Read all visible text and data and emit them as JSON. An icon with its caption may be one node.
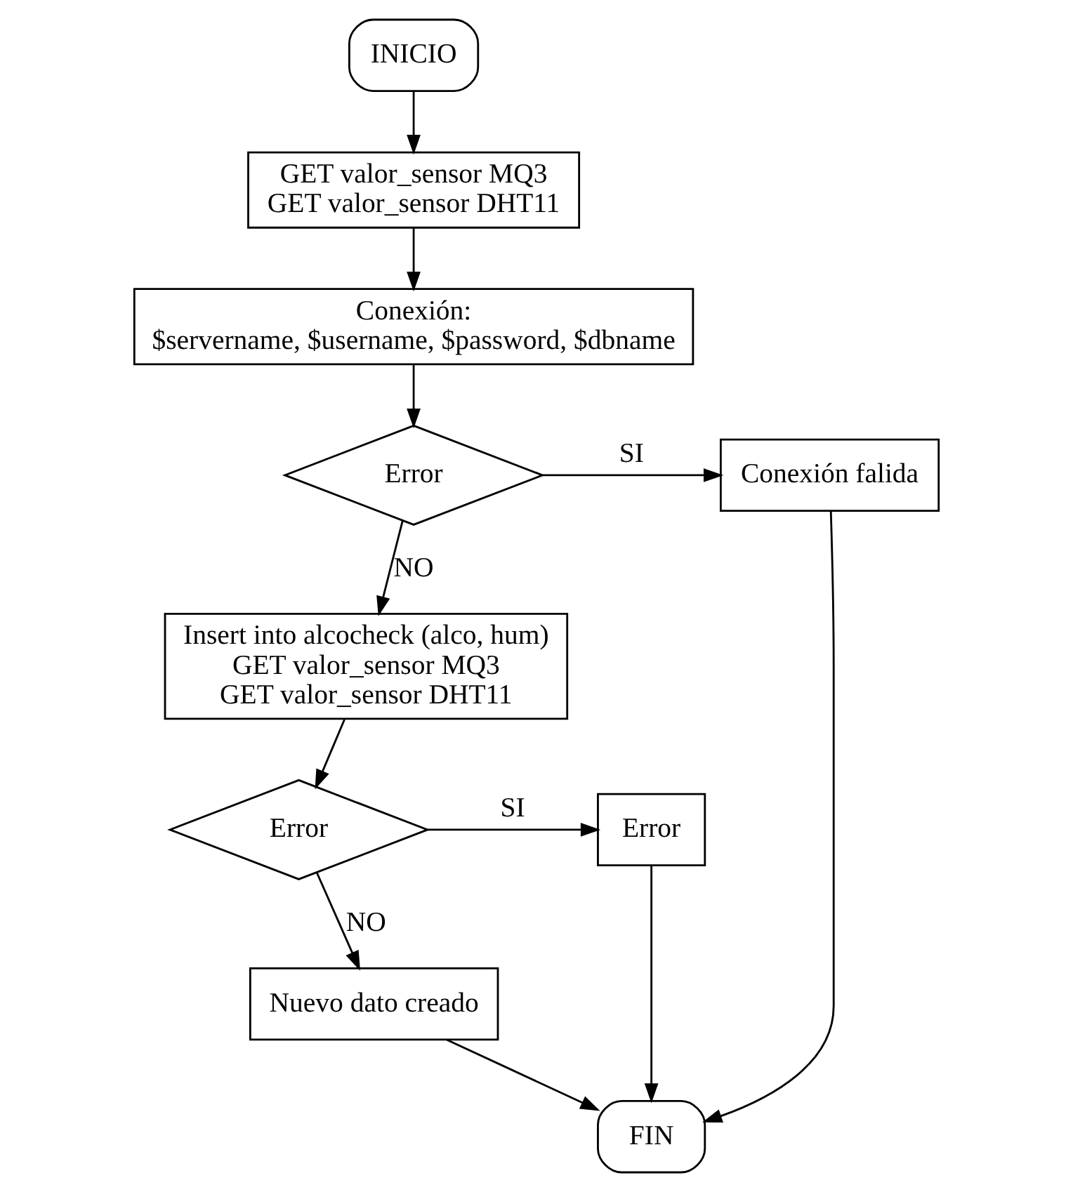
{
  "diagram": {
    "nodes": [
      {
        "text": [
          "INICIO"
        ]
      },
      {
        "text": [
          "GET valor_sensor MQ3",
          "GET valor_sensor DHT11"
        ]
      },
      {
        "text": [
          "Conexión:",
          "$servername, $username, $password, $dbname"
        ]
      },
      {
        "text": [
          "Error"
        ]
      },
      {
        "text": [
          "Conexión falida"
        ]
      },
      {
        "text": [
          "Insert into alcocheck (alco, hum)",
          "GET valor_sensor MQ3",
          "GET valor_sensor DHT11"
        ]
      },
      {
        "text": [
          "Error"
        ]
      },
      {
        "text": [
          "Error"
        ]
      },
      {
        "text": [
          "Nuevo dato creado"
        ]
      },
      {
        "text": [
          "FIN"
        ]
      }
    ],
    "edges": [
      {
        "from": 0,
        "to": 1,
        "arrow": "to"
      },
      {
        "from": 1,
        "to": 2,
        "arrow": "to"
      },
      {
        "from": 2,
        "to": 3,
        "arrow": "to"
      },
      {
        "from": 3,
        "to": 4,
        "arrow": "to",
        "label": "SI"
      },
      {
        "from": 3,
        "to": 5,
        "arrow": "to",
        "label": "NO"
      },
      {
        "from": 5,
        "to": 6,
        "arrow": "to"
      },
      {
        "from": 6,
        "to": 7,
        "arrow": "to",
        "label": "SI"
      },
      {
        "from": 6,
        "to": 8,
        "arrow": "to",
        "label": "NO"
      },
      {
        "from": 8,
        "to": 9,
        "arrow": "to"
      },
      {
        "from": 7,
        "to": 9,
        "arrow": "to"
      },
      {
        "from": 4,
        "to": 9,
        "arrow": "to"
      }
    ]
  }
}
